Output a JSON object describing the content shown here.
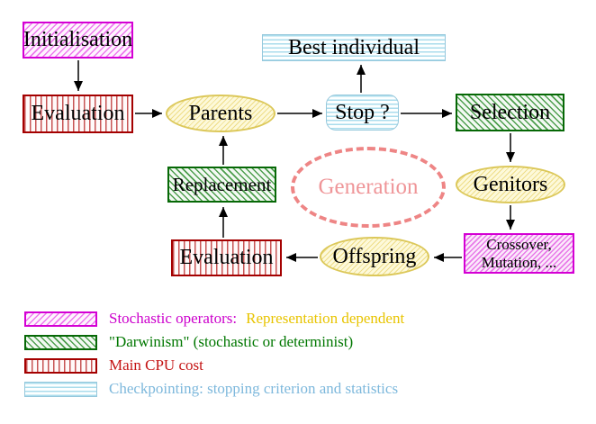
{
  "nodes": {
    "initialisation": "Initialisation",
    "evaluation_top": "Evaluation",
    "parents": "Parents",
    "best_individual": "Best individual",
    "stop": "Stop ?",
    "selection": "Selection",
    "replacement": "Replacement",
    "generation": "Generation",
    "genitors": "Genitors",
    "evaluation_bottom": "Evaluation",
    "offspring": "Offspring",
    "crossover_line1": "Crossover,",
    "crossover_line2": "Mutation, ..."
  },
  "legend": {
    "stochastic_label": "Stochastic operators:",
    "representation_label": "Representation dependent",
    "darwinism_label": "\"Darwinism\" (stochastic or determinist)",
    "cpu_label": "Main CPU cost",
    "checkpointing_label": "Checkpointing: stopping criterion and statistics"
  },
  "colors": {
    "magenta": "#cc00cc",
    "green_dark": "#066806",
    "green_text": "#007700",
    "red_dark": "#a40000",
    "red_text": "#c41414",
    "cyan_border": "#96c8dc",
    "cyan_text": "#7db8dc",
    "yellow_border": "#dcc85a",
    "yellow_text": "#e8c400",
    "coral_dashed": "#ee8585",
    "arrow": "#000000"
  }
}
